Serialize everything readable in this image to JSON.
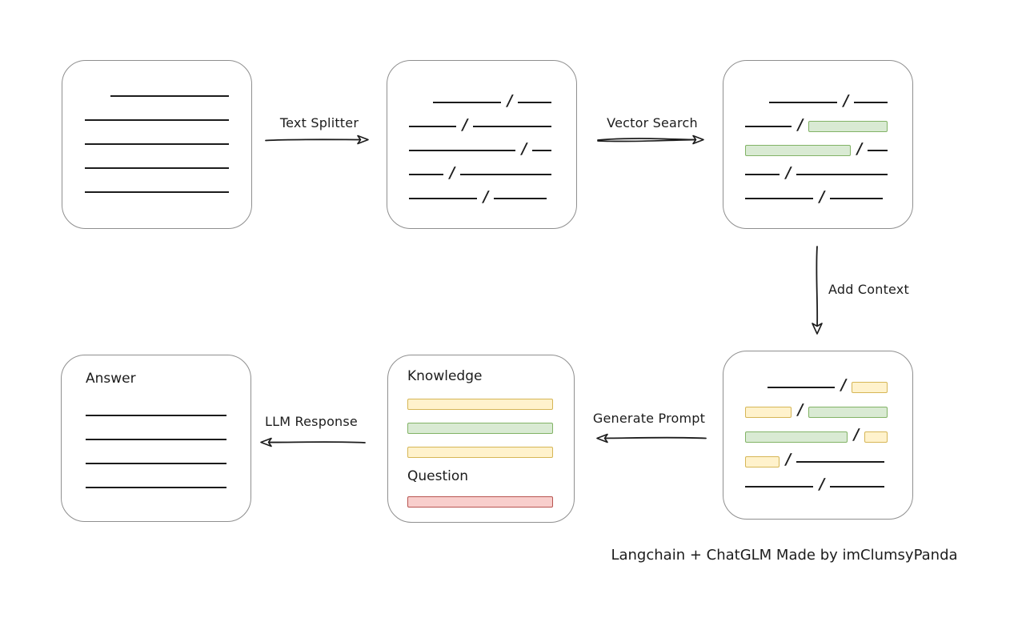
{
  "diagram": {
    "footer_text": "Langchain + ChatGLM Made by imClumsyPanda",
    "slash_char": "/",
    "colors": {
      "line": "#1c1c1c",
      "box_border": "#8f8f8f",
      "green_fill": "#d9ead3",
      "green_border": "#82b366",
      "yellow_fill": "#fff2cc",
      "yellow_border": "#d6b656",
      "red_fill": "#f8cecc",
      "red_border": "#b85450"
    },
    "arrows": {
      "text_splitter": {
        "label": "Text Splitter",
        "direction": "right"
      },
      "vector_search": {
        "label": "Vector Search",
        "direction": "right"
      },
      "add_context": {
        "label": "Add Context",
        "direction": "down"
      },
      "generate_prompt": {
        "label": "Generate Prompt",
        "direction": "left"
      },
      "llm_response": {
        "label": "LLM Response",
        "direction": "left"
      }
    },
    "boxes": {
      "document": {
        "rows": [
          [
            {
              "type": "line",
              "width": 82,
              "indent": 18
            }
          ],
          [
            {
              "type": "line",
              "width": 100
            }
          ],
          [
            {
              "type": "line",
              "width": 100
            }
          ],
          [
            {
              "type": "line",
              "width": 100
            }
          ],
          [
            {
              "type": "line",
              "width": 100
            }
          ]
        ]
      },
      "split_text": {
        "rows": [
          [
            {
              "type": "line",
              "width": 48,
              "indent": 17
            },
            {
              "type": "slash"
            },
            {
              "type": "line",
              "width": 24
            }
          ],
          [
            {
              "type": "line",
              "width": 33
            },
            {
              "type": "slash"
            },
            {
              "type": "line",
              "width": 55
            }
          ],
          [
            {
              "type": "line",
              "width": 76
            },
            {
              "type": "slash"
            },
            {
              "type": "line",
              "width": 14
            }
          ],
          [
            {
              "type": "line",
              "width": 24
            },
            {
              "type": "slash"
            },
            {
              "type": "line",
              "width": 64
            }
          ],
          [
            {
              "type": "line",
              "width": 48
            },
            {
              "type": "slash"
            },
            {
              "type": "line",
              "width": 37
            }
          ]
        ]
      },
      "search_results": {
        "rows": [
          [
            {
              "type": "line",
              "width": 48,
              "indent": 17
            },
            {
              "type": "slash"
            },
            {
              "type": "line",
              "width": 24
            }
          ],
          [
            {
              "type": "line",
              "width": 33
            },
            {
              "type": "slash"
            },
            {
              "type": "bar-green",
              "width": 57
            }
          ],
          [
            {
              "type": "bar-green",
              "width": 74
            },
            {
              "type": "slash"
            },
            {
              "type": "line",
              "width": 14
            }
          ],
          [
            {
              "type": "line",
              "width": 24
            },
            {
              "type": "slash"
            },
            {
              "type": "line",
              "width": 64
            }
          ],
          [
            {
              "type": "line",
              "width": 48
            },
            {
              "type": "slash"
            },
            {
              "type": "line",
              "width": 37
            }
          ]
        ]
      },
      "context": {
        "rows": [
          [
            {
              "type": "line",
              "width": 49,
              "indent": 16
            },
            {
              "type": "slash"
            },
            {
              "type": "bar-yellow",
              "width": 26
            }
          ],
          [
            {
              "type": "bar-yellow",
              "width": 33
            },
            {
              "type": "slash"
            },
            {
              "type": "bar-green",
              "width": 57
            }
          ],
          [
            {
              "type": "bar-green",
              "width": 74
            },
            {
              "type": "slash"
            },
            {
              "type": "bar-yellow",
              "width": 17
            }
          ],
          [
            {
              "type": "bar-yellow",
              "width": 24
            },
            {
              "type": "slash"
            },
            {
              "type": "line",
              "width": 62
            }
          ],
          [
            {
              "type": "line",
              "width": 48
            },
            {
              "type": "slash"
            },
            {
              "type": "line",
              "width": 38
            }
          ]
        ]
      },
      "prompt": {
        "knowledge_label": "Knowledge",
        "question_label": "Question",
        "knowledge_rows": [
          [
            {
              "type": "bar-yellow",
              "width": 100
            }
          ],
          [
            {
              "type": "bar-green",
              "width": 100
            }
          ],
          [
            {
              "type": "bar-yellow",
              "width": 100
            }
          ]
        ],
        "question_rows": [
          [
            {
              "type": "bar-red",
              "width": 100
            }
          ]
        ]
      },
      "answer": {
        "label": "Answer",
        "rows": [
          [
            {
              "type": "line",
              "width": 100
            }
          ],
          [
            {
              "type": "line",
              "width": 100
            }
          ],
          [
            {
              "type": "line",
              "width": 100
            }
          ],
          [
            {
              "type": "line",
              "width": 100
            }
          ]
        ]
      }
    }
  }
}
